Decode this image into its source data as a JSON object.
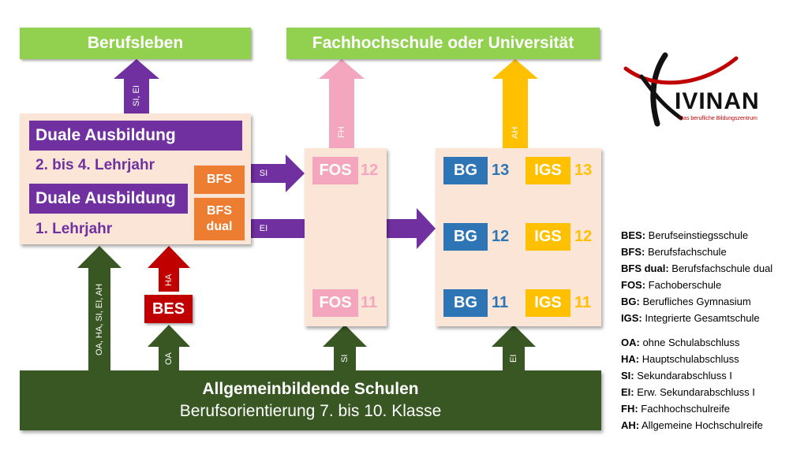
{
  "targets": {
    "berufsleben": "Berufsleben",
    "hochschule": "Fachhochschule oder Universität"
  },
  "logo": {
    "name": "IVINAN",
    "tagline": "Das berufliche Bildungszentrum"
  },
  "duale": {
    "box1_title": "Duale Ausbildung",
    "box1_sub": "2. bis 4. Lehrjahr",
    "box2_title": "Duale Ausbildung",
    "box2_sub": "1. Lehrjahr",
    "bfs": "BFS",
    "bfs_dual_1": "BFS",
    "bfs_dual_2": "dual"
  },
  "fos": {
    "label": "FOS",
    "top_num": "12",
    "bottom_num": "11"
  },
  "bg": {
    "label": "BG",
    "nums": [
      "13",
      "12",
      "11"
    ]
  },
  "igs": {
    "label": "IGS",
    "nums": [
      "13",
      "12",
      "11"
    ]
  },
  "bes": "BES",
  "arrow_labels": {
    "si_ei_up": "SI, EI",
    "fh": "FH",
    "ah": "AH",
    "si_right": "SI",
    "ei_right": "EI",
    "oa_ha_si_ei_ah": "OA, HA, SI, EI, AH",
    "ha": "HA",
    "oa": "OA",
    "si_bottom": "SI",
    "ei_bottom": "EI"
  },
  "base": {
    "title": "Allgemeinbildende Schulen",
    "subtitle": "Berufsorientierung 7. bis 10. Klasse"
  },
  "legend_schools": [
    {
      "abbr": "BES:",
      "text": " Berufseinstiegsschule"
    },
    {
      "abbr": "BFS:",
      "text": " Berufsfachschule"
    },
    {
      "abbr": "BFS dual:",
      "text": " Berufsfachschule dual"
    },
    {
      "abbr": "FOS:",
      "text": " Fachoberschule"
    },
    {
      "abbr": "BG:",
      "text": " Berufliches Gymnasium"
    },
    {
      "abbr": "IGS:",
      "text": " Integrierte Gesamtschule"
    }
  ],
  "legend_degrees": [
    {
      "abbr": "OA:",
      "text": " ohne Schulabschluss"
    },
    {
      "abbr": "HA:",
      "text": " Hauptschulabschluss"
    },
    {
      "abbr": "SI:",
      "text": " Sekundarabschluss I"
    },
    {
      "abbr": "EI:",
      "text": " Erw. Sekundarabschluss I"
    },
    {
      "abbr": "FH:",
      "text": " Fachhochschulreife"
    },
    {
      "abbr": "AH:",
      "text": " Allgemeine Hochschulreife"
    }
  ],
  "colors": {
    "green_light": "#92d050",
    "green_dark": "#385723",
    "purple": "#7030a0",
    "orange": "#ed7d31",
    "pink": "#f4a6bf",
    "blue": "#2e75b6",
    "yellow": "#ffc000",
    "red": "#c00000",
    "panel": "#fbe5d6"
  }
}
